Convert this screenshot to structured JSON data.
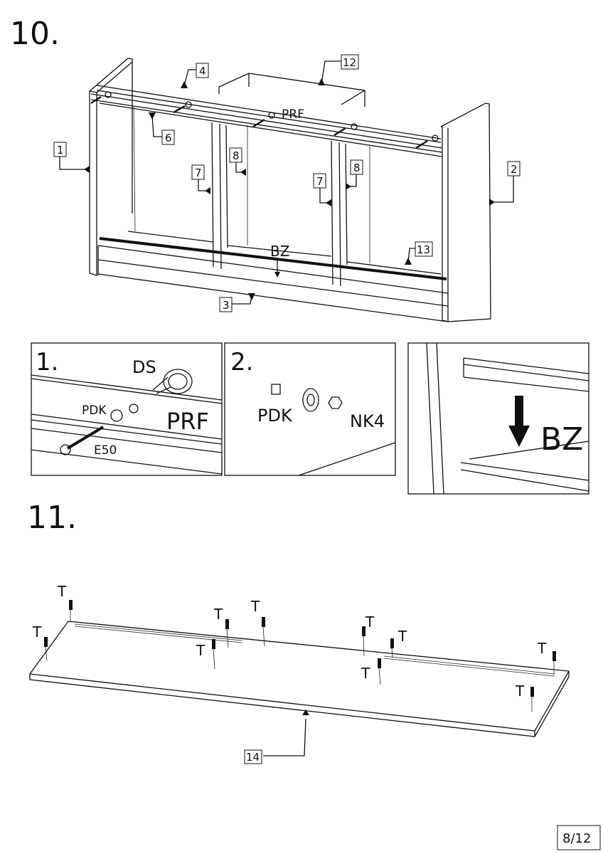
{
  "steps": {
    "step10": "10.",
    "step11": "11."
  },
  "cabinet": {
    "parts": {
      "p1": "1",
      "p2": "2",
      "p3": "3",
      "p4": "4",
      "p6": "6",
      "p7a": "7",
      "p7b": "7",
      "p8a": "8",
      "p8b": "8",
      "p12": "12",
      "p13": "13"
    },
    "prf": "PRF",
    "bz": "BZ"
  },
  "detail1": {
    "number": "1.",
    "ds": "DS",
    "pdk": "PDK",
    "prf": "PRF",
    "e50": "E50"
  },
  "detail2": {
    "number": "2.",
    "pdk": "PDK",
    "nk4": "NK4"
  },
  "detail3": {
    "bz": "BZ"
  },
  "board": {
    "part": "14",
    "dowel_label": "T",
    "dowels": [
      "T",
      "T",
      "T",
      "T",
      "T",
      "T",
      "T",
      "T",
      "T",
      "T"
    ]
  },
  "page_number": "8/12"
}
